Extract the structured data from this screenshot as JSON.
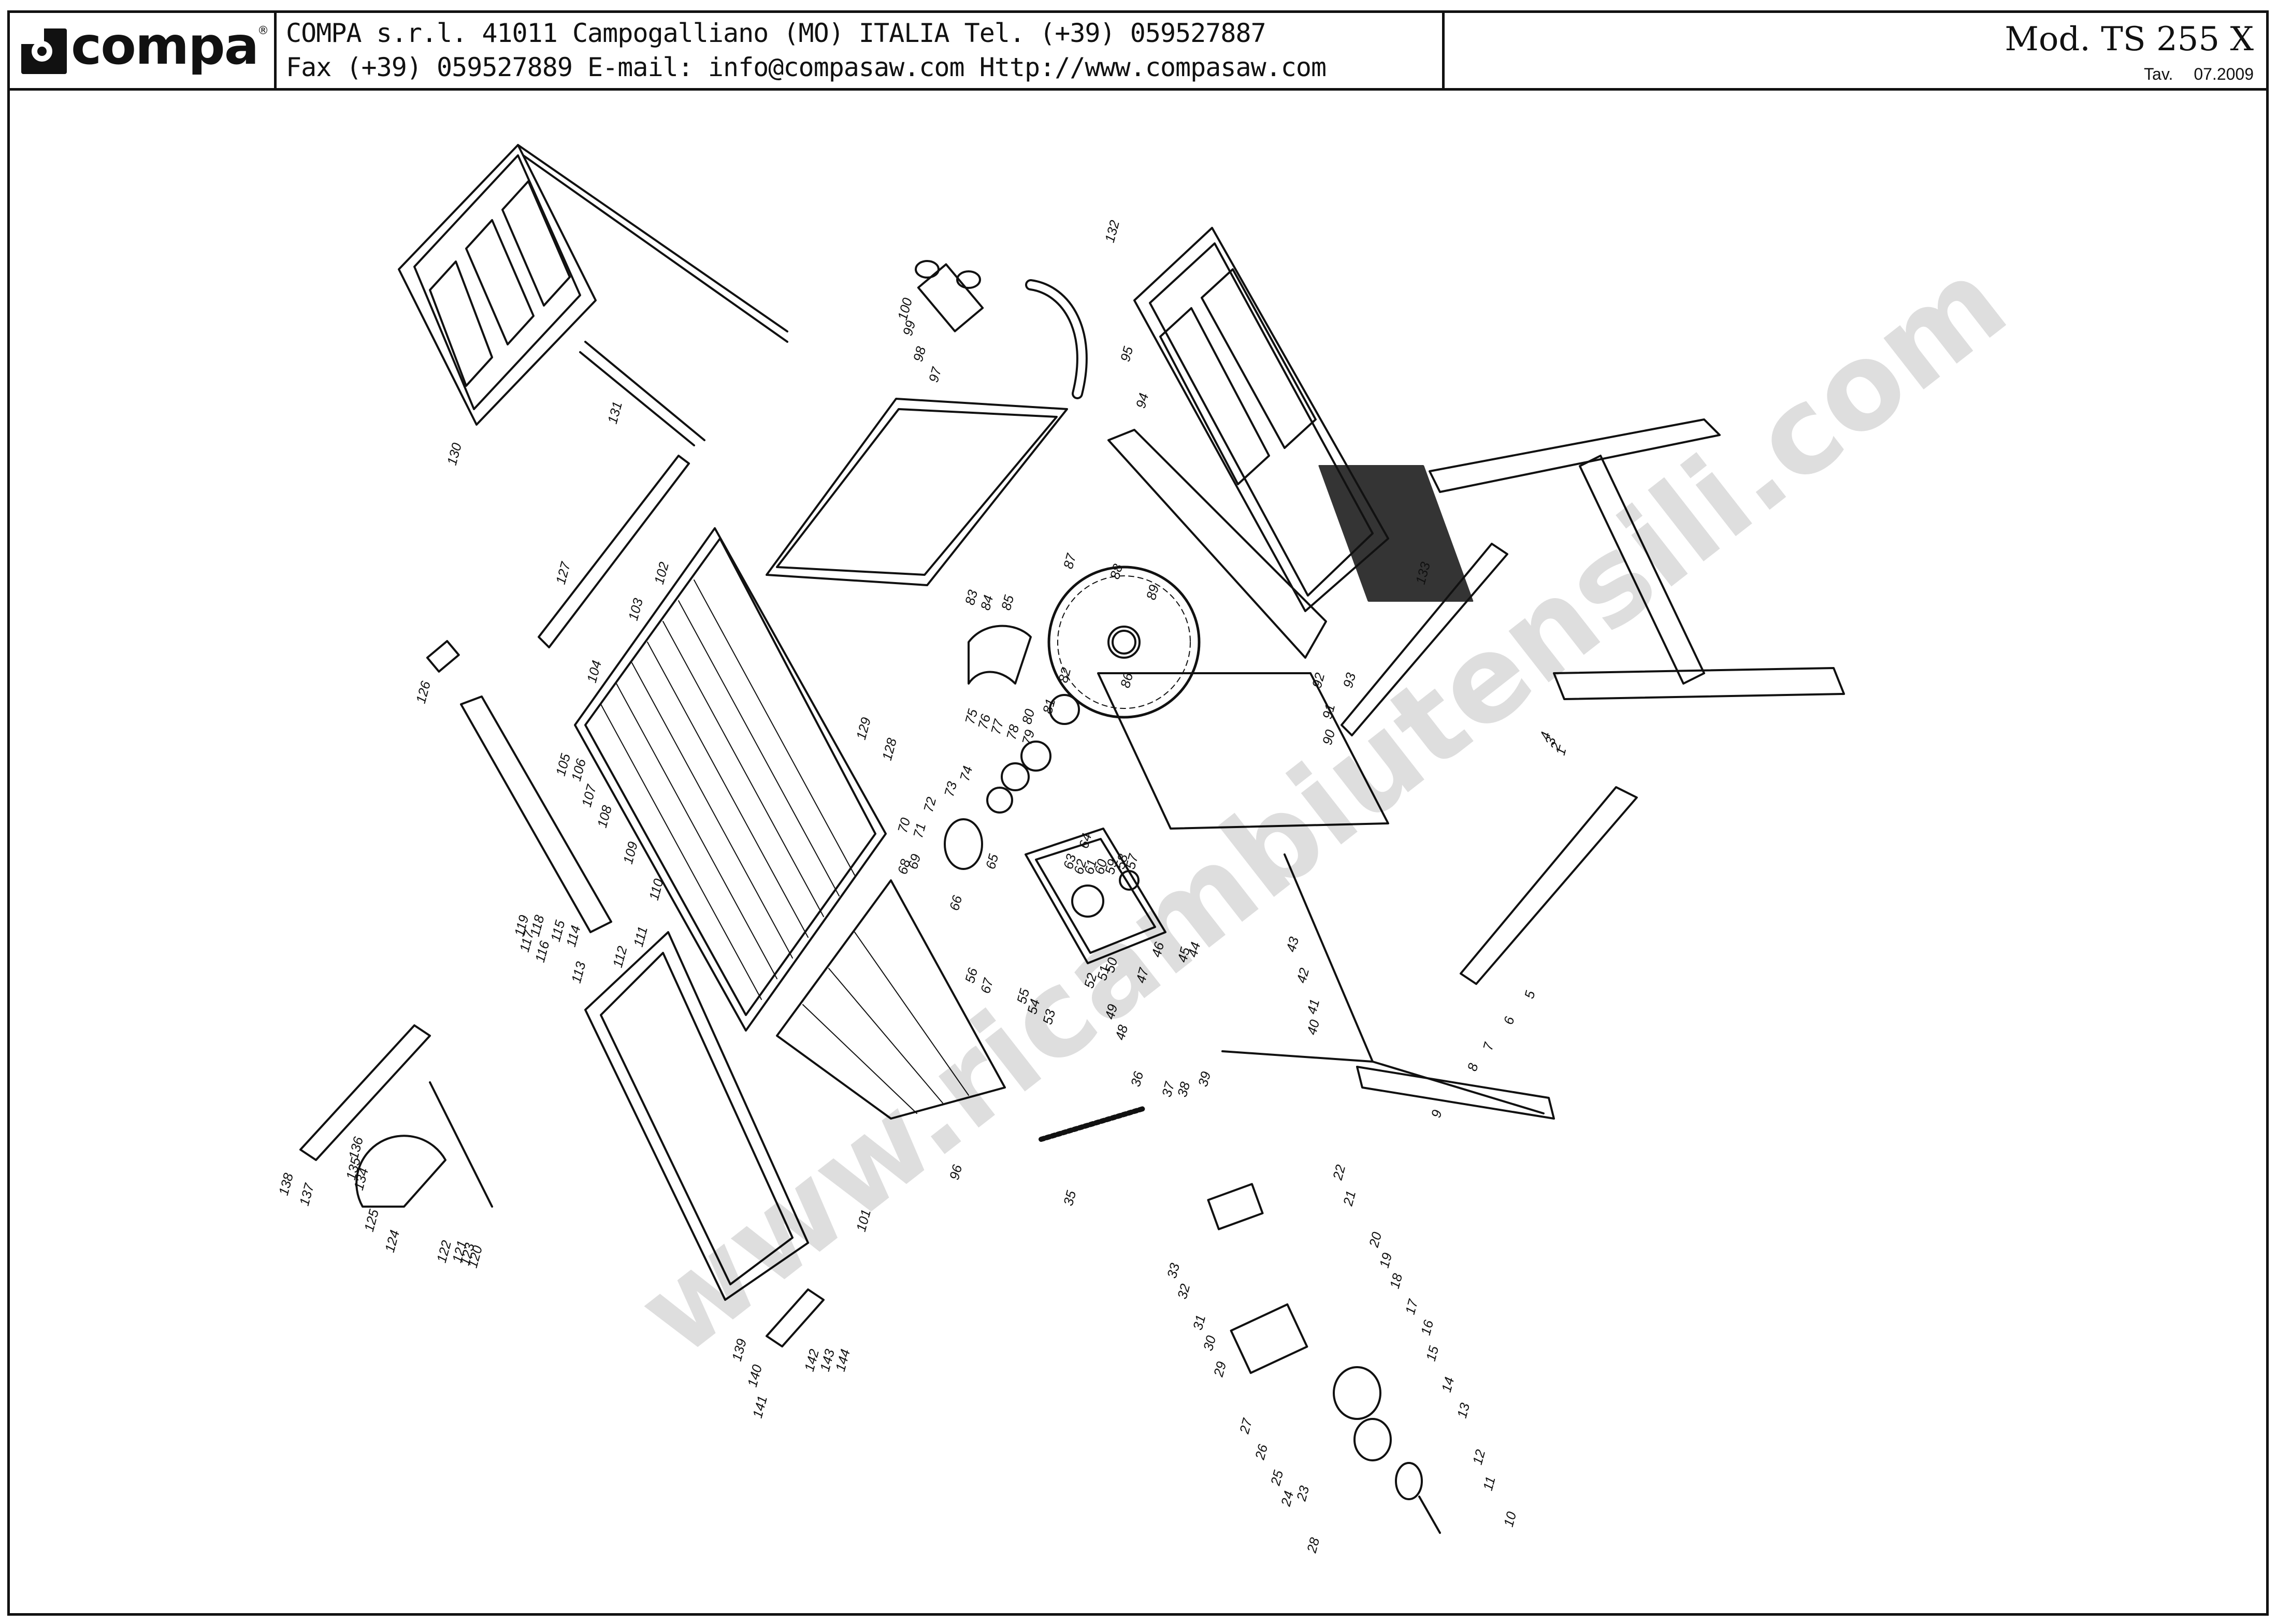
{
  "header": {
    "logo_text": "compa",
    "logo_reg": "®",
    "line1": "COMPA s.r.l. 41011 Campogalliano (MO) ITALIA Tel. (+39) 059527887",
    "line2": "Fax (+39) 059527889 E-mail: info@compasaw.com Http://www.compasaw.com",
    "model": "Mod. TS 255 X",
    "tav_label": "Tav.",
    "tav_date": "07.2009"
  },
  "watermark": "www.ricambiutensili.com",
  "part_labels": [
    "130",
    "131",
    "127",
    "102",
    "103",
    "126",
    "104",
    "105",
    "106",
    "107",
    "108",
    "109",
    "110",
    "111",
    "112",
    "113",
    "114",
    "115",
    "116",
    "117",
    "118",
    "119",
    "97",
    "98",
    "99",
    "100",
    "95",
    "94",
    "132",
    "133",
    "129",
    "128",
    "83",
    "84",
    "85",
    "87",
    "88",
    "89",
    "86",
    "80",
    "81",
    "82",
    "79",
    "78",
    "77",
    "76",
    "75",
    "74",
    "73",
    "72",
    "71",
    "70",
    "69",
    "68",
    "67",
    "66",
    "65",
    "64",
    "63",
    "62",
    "61",
    "60",
    "59",
    "58",
    "57",
    "56",
    "55",
    "54",
    "53",
    "52",
    "51",
    "50",
    "49",
    "48",
    "47",
    "46",
    "45",
    "44",
    "43",
    "42",
    "41",
    "40",
    "39",
    "38",
    "37",
    "36",
    "35",
    "92",
    "93",
    "91",
    "90",
    "96",
    "101",
    "1",
    "2",
    "3",
    "4",
    "5",
    "6",
    "7",
    "8",
    "9",
    "10",
    "11",
    "12",
    "13",
    "14",
    "15",
    "16",
    "17",
    "18",
    "19",
    "20",
    "21",
    "22",
    "23",
    "24",
    "25",
    "26",
    "27",
    "28",
    "29",
    "30",
    "31",
    "32",
    "33",
    "120",
    "121",
    "122",
    "123",
    "124",
    "125",
    "134",
    "135",
    "136",
    "137",
    "138",
    "139",
    "140",
    "141",
    "142",
    "143",
    "144"
  ]
}
